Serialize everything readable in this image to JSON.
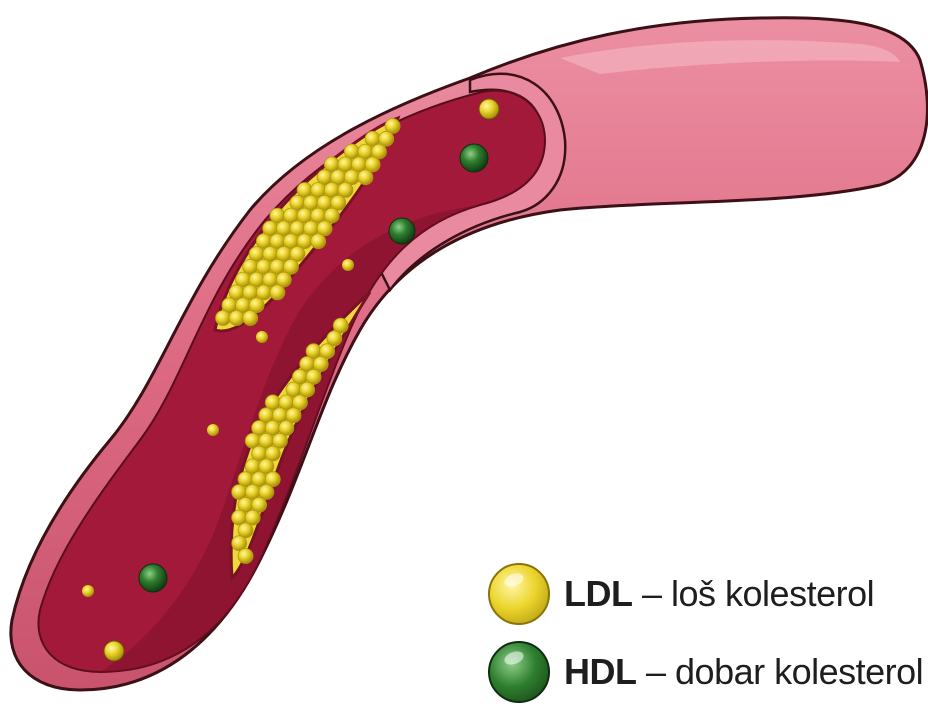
{
  "legend": {
    "ldl": {
      "abbr": "LDL",
      "dash": " – ",
      "label": "loš kolesterol",
      "color": "#e3cc1e"
    },
    "hdl": {
      "abbr": "HDL",
      "dash": " – ",
      "label": "dobar kolesterol",
      "color": "#2d7a2d"
    }
  },
  "colors": {
    "vessel_outer": "#df6e86",
    "vessel_inner": "#a01a35",
    "plaque": "#e8d02a",
    "outline": "#3b1016"
  }
}
